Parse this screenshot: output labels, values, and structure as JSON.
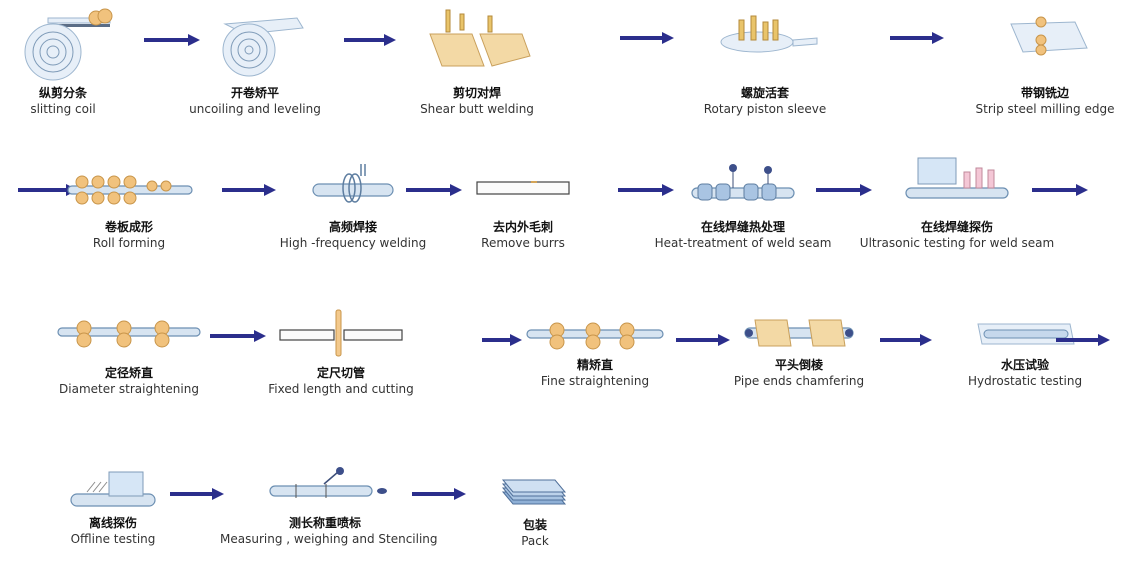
{
  "steps": [
    {
      "zh": "纵剪分条",
      "en": "slitting coil"
    },
    {
      "zh": "开卷矫平",
      "en": "uncoiling and leveling"
    },
    {
      "zh": "剪切对焊",
      "en": "Shear butt welding"
    },
    {
      "zh": "螺旋活套",
      "en": "Rotary piston sleeve"
    },
    {
      "zh": "带钢铣边",
      "en": "Strip steel milling edge"
    },
    {
      "zh": "卷板成形",
      "en": "Roll forming"
    },
    {
      "zh": "高频焊接",
      "en": "High -frequency welding"
    },
    {
      "zh": "去内外毛刺",
      "en": "Remove burrs"
    },
    {
      "zh": "在线焊缝热处理",
      "en": "Heat-treatment of weld seam"
    },
    {
      "zh": "在线焊缝探伤",
      "en": "Ultrasonic testing for weld seam"
    },
    {
      "zh": "定径矫直",
      "en": "Diameter straightening"
    },
    {
      "zh": "定尺切管",
      "en": "Fixed length and cutting"
    },
    {
      "zh": "精矫直",
      "en": "Fine straightening"
    },
    {
      "zh": "平头倒棱",
      "en": "Pipe ends chamfering"
    },
    {
      "zh": "水压试验",
      "en": "Hydrostatic testing"
    },
    {
      "zh": "离线探伤",
      "en": "Offline testing"
    },
    {
      "zh": "测长称重喷标",
      "en": "Measuring , weighing and Stenciling"
    },
    {
      "zh": "包装",
      "en": "Pack"
    }
  ],
  "colors": {
    "arrow": "#2b2e8c",
    "pipe": "#d7e4f1",
    "roller": "#f1c27d"
  }
}
